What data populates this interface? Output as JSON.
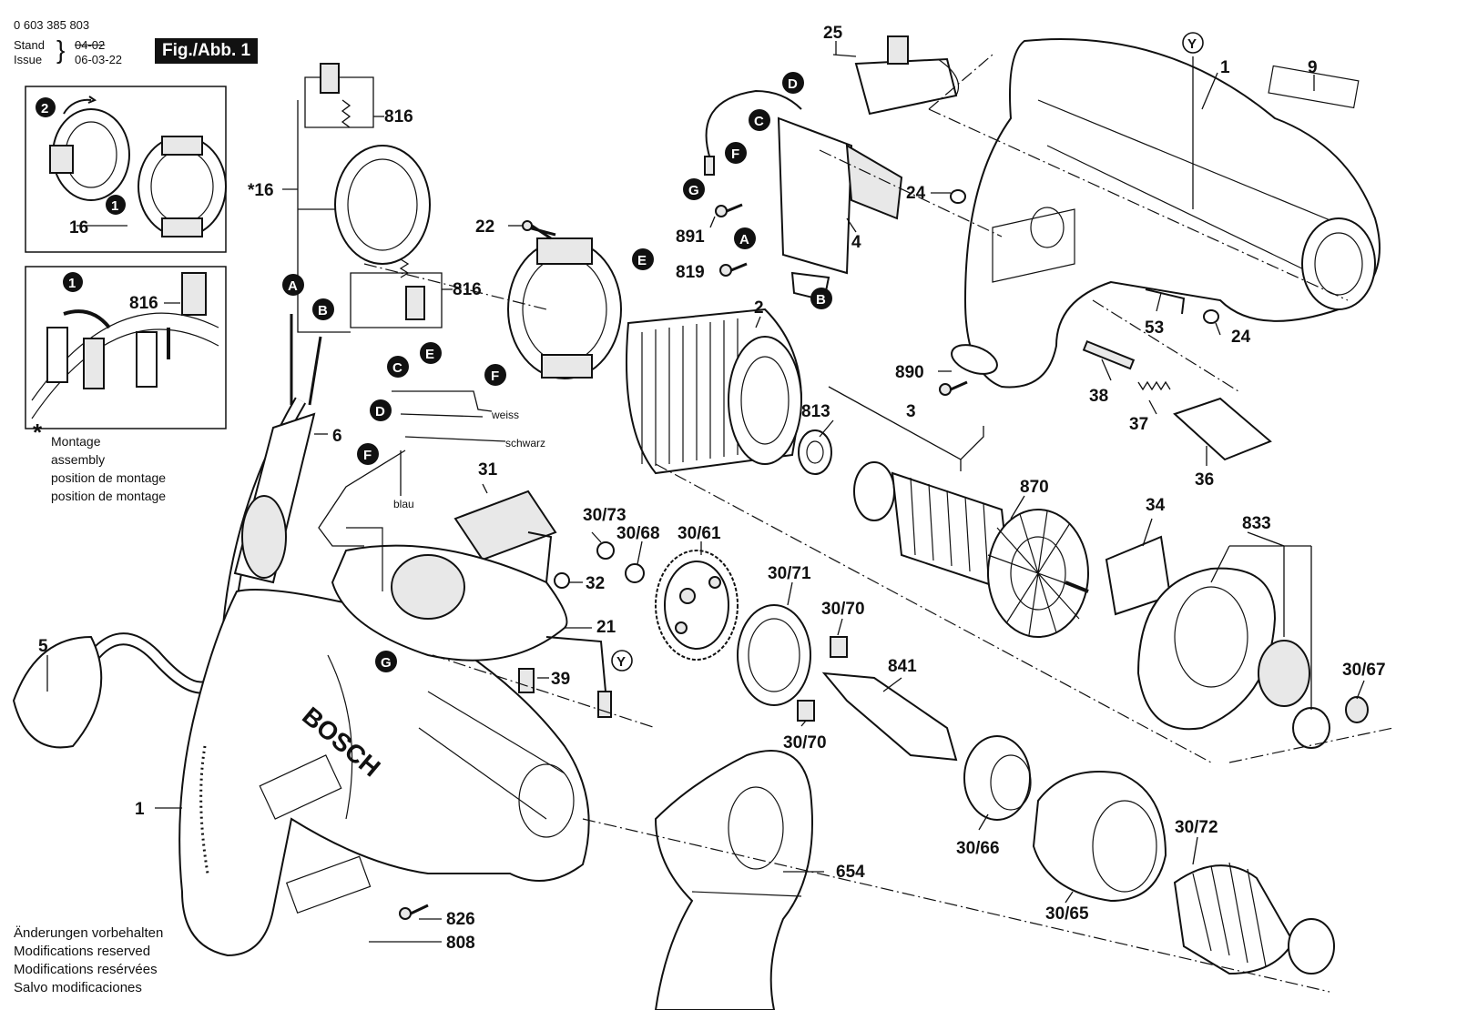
{
  "header": {
    "part_number": "0 603 385 803",
    "stand_label": "Stand",
    "issue_label": "Issue",
    "stand_date_struck": "04-02",
    "issue_date": "06-03-22",
    "figure_label": "Fig./Abb. 1"
  },
  "assembly_note": {
    "star": "*",
    "lines": [
      "Montage",
      "assembly",
      "position de montage",
      "position de montage"
    ]
  },
  "footer_lines": [
    "Änderungen vorbehalten",
    "Modifications reserved",
    "Modifications resérvées",
    "Salvo modificaciones"
  ],
  "wire_labels": {
    "white": "weiss",
    "black": "schwarz",
    "blue": "blau"
  },
  "part_labels": {
    "p816a": "816",
    "p816b": "816",
    "p816c": "816",
    "p16a": "16",
    "p16b": "*16",
    "p22": "22",
    "p25": "25",
    "p891": "891",
    "p819": "819",
    "p4": "4",
    "p1a": "1",
    "p9": "9",
    "p24a": "24",
    "p24b": "24",
    "p53": "53",
    "p6": "6",
    "p5": "5",
    "p2": "2",
    "p813": "813",
    "p3": "3",
    "p870": "870",
    "p890": "890",
    "p38": "38",
    "p37": "37",
    "p36": "36",
    "p31": "31",
    "p30_73": "30/73",
    "p30_68": "30/68",
    "p30_61": "30/61",
    "p32": "32",
    "p30_71": "30/71",
    "p30_70a": "30/70",
    "p30_70b": "30/70",
    "p34": "34",
    "p833": "833",
    "p21": "21",
    "p39": "39",
    "p841": "841",
    "p30_67": "30/67",
    "p1b": "1",
    "p654": "654",
    "p30_66": "30/66",
    "p30_72": "30/72",
    "p30_65": "30/65",
    "p826": "826",
    "p808": "808"
  },
  "markers": {
    "m2": "2",
    "m1a": "1",
    "m1b": "1",
    "mA1": "A",
    "mB1": "B",
    "mC1": "C",
    "mE1": "E",
    "mD1": "D",
    "mF1": "F",
    "mE2": "E",
    "mF2": "F",
    "mD2": "D",
    "mC2": "C",
    "mF3": "F",
    "mG1": "G",
    "mA2": "A",
    "mB2": "B",
    "mG2": "G",
    "mY1": "Y",
    "mY2": "Y"
  },
  "brand": "BOSCH"
}
